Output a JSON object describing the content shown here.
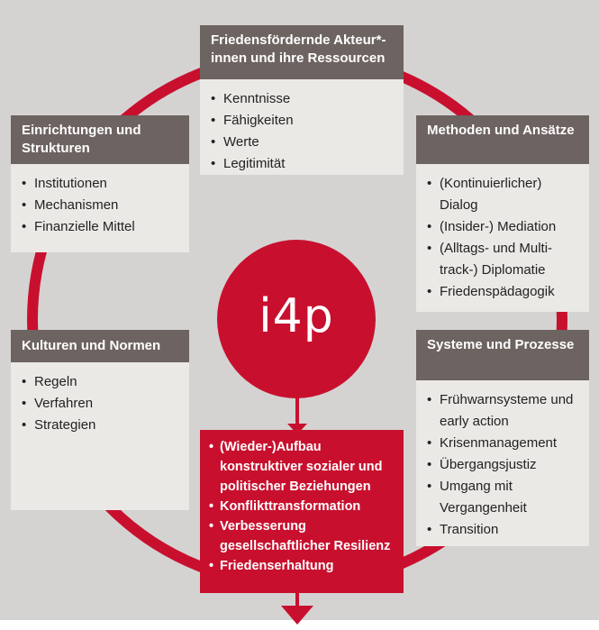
{
  "center": {
    "label": "i4p"
  },
  "top": {
    "title": "Friedensfördernde Akteur*-innen und ihre Ressourcen",
    "items": [
      "Kenntnisse",
      "Fähigkeiten",
      "Werte",
      "Legitimität"
    ]
  },
  "top_left": {
    "title": "Einrichtungen und Strukturen",
    "items": [
      "Institutionen",
      "Mechanismen",
      "Finanzielle Mittel"
    ]
  },
  "top_right": {
    "title": "Methoden und Ansätze",
    "items": [
      "(Kontinuierlicher) Dialog",
      "(Insider-) Mediation",
      "(Alltags- und Multi-track-) Diplomatie",
      "Friedenspädagogik"
    ]
  },
  "mid_left": {
    "title": "Kulturen und Normen",
    "items": [
      "Regeln",
      "Verfahren",
      "Strategien"
    ]
  },
  "mid_right": {
    "title": "Systeme und Prozesse",
    "items": [
      "Frühwarnsysteme und early action",
      "Krisenmanagement",
      "Übergangsjustiz",
      "Umgang mit Vergangenheit",
      "Transition"
    ]
  },
  "outcomes": {
    "items": [
      "(Wieder-)Aufbau konstruktiver sozialer und politischer Beziehungen",
      "Konflikttransformation",
      "Verbesserung gesellschaftlicher Resilienz",
      "Friedenserhaltung"
    ]
  },
  "colors": {
    "accent": "#c8102e",
    "header": "#6d6360",
    "box": "#ebe9e6",
    "background": "#d5d3d2"
  }
}
